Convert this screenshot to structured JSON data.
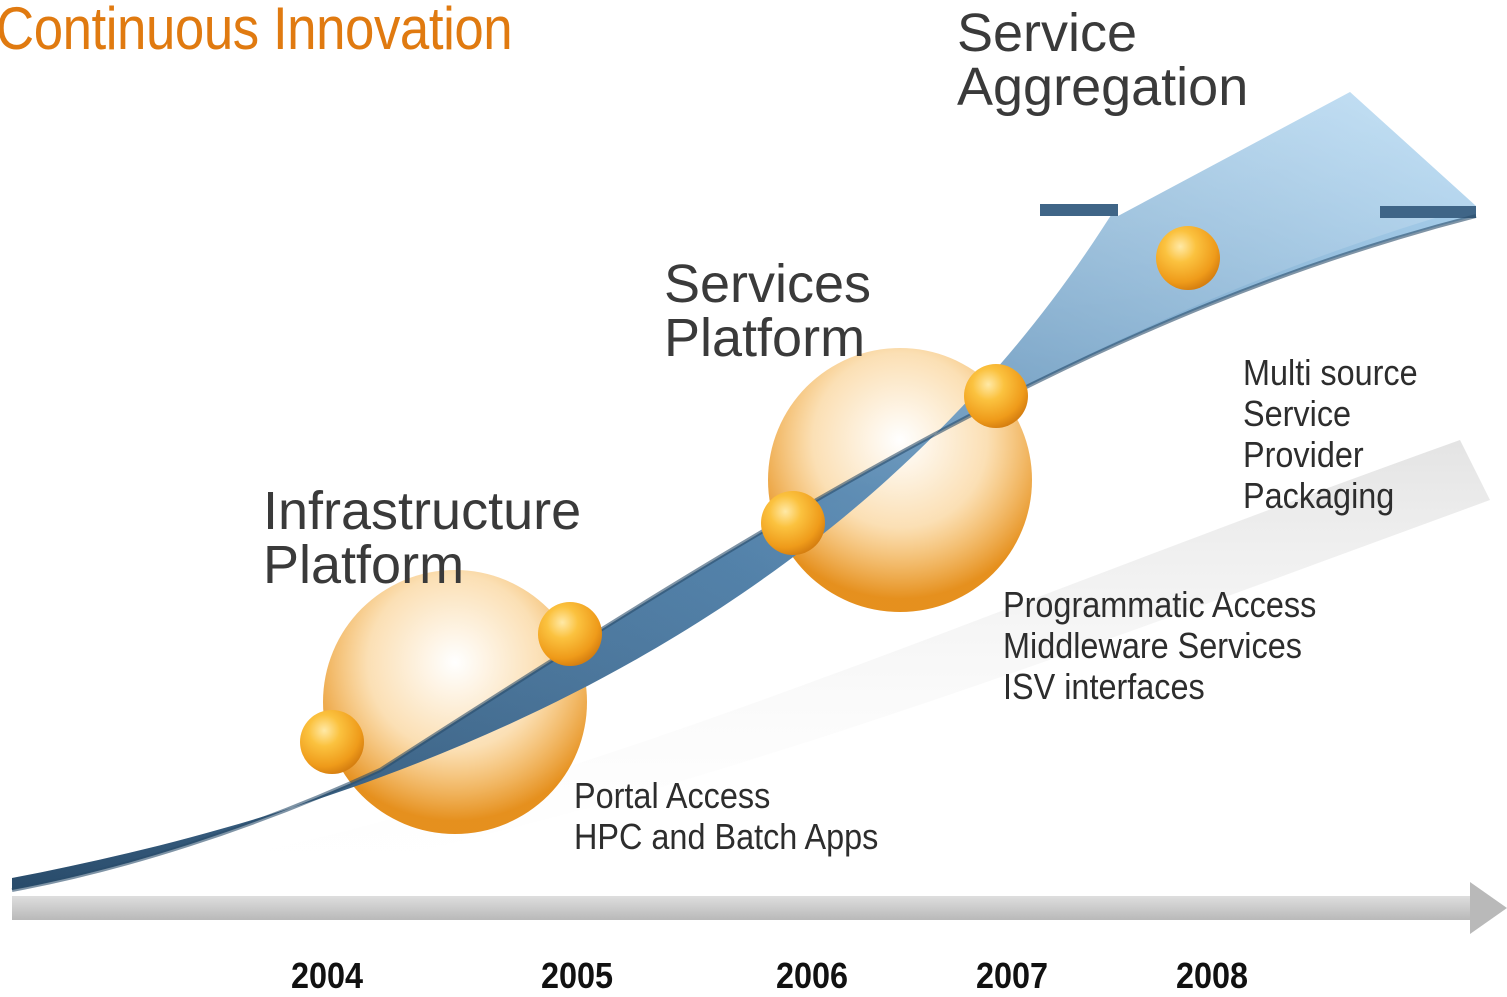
{
  "title": "Continuous Innovation",
  "stages": [
    {
      "label": "Infrastructure\nPlatform",
      "notes": "Portal Access\nHPC and Batch Apps"
    },
    {
      "label": "Services\nPlatform",
      "notes": "Programmatic Access\nMiddleware Services\nISV interfaces"
    },
    {
      "label": "Service\nAggregation",
      "notes": "Multi source\nService Provider\nPackaging"
    }
  ],
  "years": [
    "2004",
    "2005",
    "2006",
    "2007",
    "2008"
  ],
  "colors": {
    "title": "#e07a10",
    "arrow_dark": "#3e6a92",
    "arrow_light": "#a9d1ef",
    "milestone": "#f4a925",
    "timeline": "#c8c8c8"
  }
}
